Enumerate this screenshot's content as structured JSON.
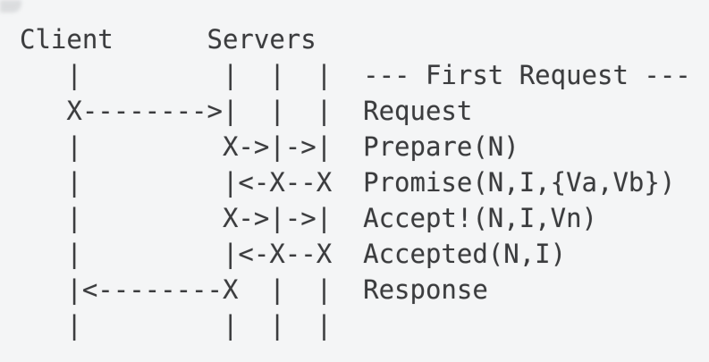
{
  "page": {
    "background_color": "#f4f5f6",
    "text_color": "#3b3c3e"
  },
  "diagram": {
    "rows": [
      {
        "art": "Client      Servers",
        "label": ""
      },
      {
        "art": "   |         |  |  |  ",
        "label": "--- First Request ---"
      },
      {
        "art": "   X-------->|  |  |  ",
        "label": "Request"
      },
      {
        "art": "   |         X->|->|  ",
        "label": "Prepare(N)"
      },
      {
        "art": "   |         |<-X--X  ",
        "label": "Promise(N,I,{Va,Vb})"
      },
      {
        "art": "   |         X->|->|  ",
        "label": "Accept!(N,I,Vn)"
      },
      {
        "art": "   |         |<-X--X  ",
        "label": "Accepted(N,I)"
      },
      {
        "art": "   |<--------X  |  |  ",
        "label": "Response"
      },
      {
        "art": "   |         |  |  |",
        "label": ""
      }
    ]
  }
}
